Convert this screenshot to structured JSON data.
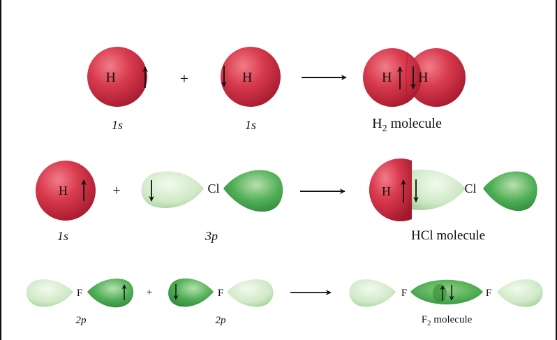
{
  "rows": {
    "h2": {
      "atom_left": "H",
      "atom_right": "H",
      "orbital_left": "1s",
      "orbital_right": "1s",
      "plus": "+",
      "product_atom_left": "H",
      "product_atom_right": "H",
      "product_label_prefix": "H",
      "product_label_sub": "2",
      "product_label_suffix": " molecule"
    },
    "hcl": {
      "atom_h": "H",
      "atom_cl": "Cl",
      "orbital_h": "1s",
      "orbital_cl": "3p",
      "plus": "+",
      "product_atom_h": "H",
      "product_atom_cl": "Cl",
      "product_label": "HCl molecule"
    },
    "f2": {
      "atom_left": "F",
      "atom_right": "F",
      "orbital_left": "2p",
      "orbital_right": "2p",
      "plus": "+",
      "product_atom_left": "F",
      "product_atom_right": "F",
      "product_label_prefix": "F",
      "product_label_sub": "2",
      "product_label_suffix": " molecule"
    }
  },
  "colors": {
    "h_orbital": "#c9283f",
    "p_orbital_light": "#bfe0b4",
    "p_orbital_dark": "#3f9a44",
    "arrow": "#111111"
  },
  "icons": {
    "spin_up": "up-arrow-icon",
    "spin_down": "down-arrow-icon",
    "reaction": "right-arrow-icon"
  }
}
